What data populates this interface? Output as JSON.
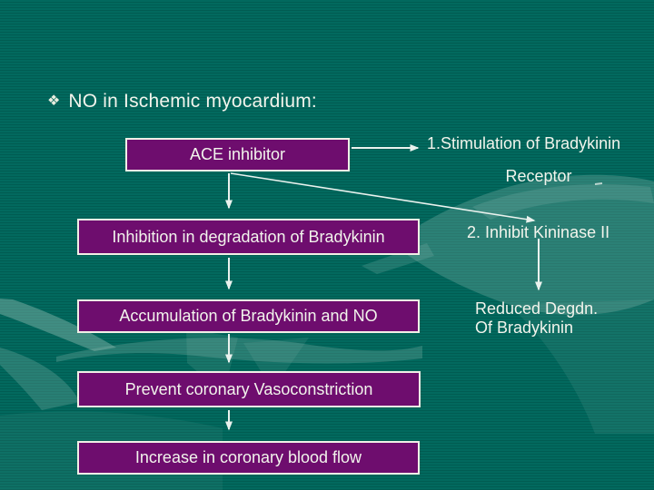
{
  "slide": {
    "bullet_glyph": "❖",
    "title": "NO in Ischemic myocardium:"
  },
  "flow_boxes": [
    {
      "id": "ace-inhibitor",
      "label": "ACE inhibitor"
    },
    {
      "id": "inhibition-degradation",
      "label": "Inhibition in degradation of Bradykinin"
    },
    {
      "id": "accumulation",
      "label": "Accumulation of Bradykinin and NO"
    },
    {
      "id": "prevent-vasoconstriction",
      "label": "Prevent coronary Vasoconstriction"
    },
    {
      "id": "increase-blood-flow",
      "label": "Increase in coronary blood flow"
    }
  ],
  "side_notes": [
    {
      "line1": "1.Stimulation of Bradykinin",
      "line2": "Receptor"
    },
    {
      "text": "2. Inhibit Kininase II"
    },
    {
      "line1": "Reduced Degdn.",
      "line2": "Of Bradykinin"
    }
  ],
  "connections": [
    {
      "from": "ACE inhibitor",
      "to": "1.Stimulation of Bradykinin Receptor",
      "type": "arrow-right"
    },
    {
      "from": "ACE inhibitor",
      "to": "2. Inhibit Kininase II",
      "type": "arrow-diagonal"
    },
    {
      "from": "ACE inhibitor",
      "to": "Inhibition in degradation of Bradykinin",
      "type": "arrow-down"
    },
    {
      "from": "Inhibition in degradation of Bradykinin",
      "to": "Accumulation of Bradykinin and NO",
      "type": "arrow-down"
    },
    {
      "from": "Accumulation of Bradykinin and NO",
      "to": "Prevent coronary Vasoconstriction",
      "type": "arrow-down"
    },
    {
      "from": "Prevent coronary Vasoconstriction",
      "to": "Increase in coronary blood flow",
      "type": "arrow-down"
    },
    {
      "from": "2. Inhibit Kininase II",
      "to": "Reduced Degdn. Of Bradykinin",
      "type": "arrow-down"
    }
  ],
  "colors": {
    "background_teal": "#02695E",
    "background_stripe": "#015C52",
    "box_purple": "#6E0D6E",
    "box_border": "#F0EFE6",
    "text_white": "#F2F4EC",
    "arrow": "#EAF2EE",
    "swoosh": "#8CBBB0"
  }
}
